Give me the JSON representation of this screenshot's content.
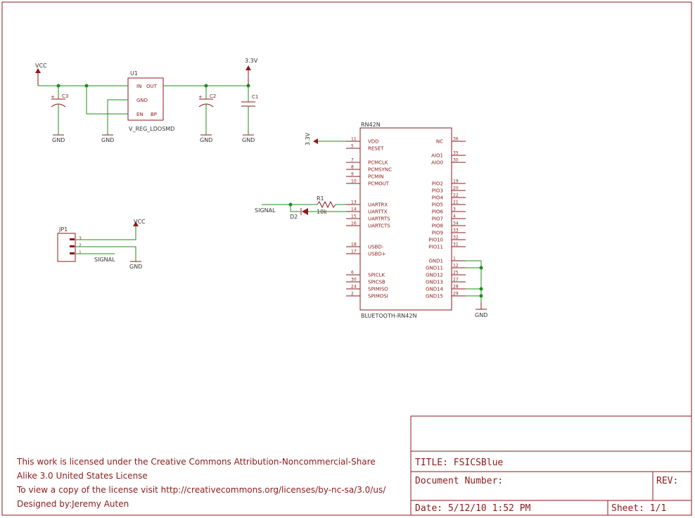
{
  "power": {
    "vcc": "VCC",
    "v33": "3.3V",
    "gnd": "GND"
  },
  "regulator": {
    "refdes": "U1",
    "value": "V_REG_LDOSMD",
    "pins": {
      "in": "IN",
      "out": "OUT",
      "gnd": "GND",
      "en": "EN",
      "bp": "BP"
    }
  },
  "capacitors": {
    "c1": "C1",
    "c2": "C2",
    "c3": "C3"
  },
  "connector": {
    "refdes": "JP1",
    "pins": [
      "3",
      "2",
      "1"
    ],
    "signal_label": "SIGNAL"
  },
  "resistor": {
    "refdes": "R1",
    "value": "10k"
  },
  "diode": {
    "refdes": "D2"
  },
  "signal_net": "SIGNAL",
  "module": {
    "refdes": "RN42N",
    "value": "BLUETOOTH-RN42N",
    "left_pins": [
      {
        "num": "11",
        "name": "VDD"
      },
      {
        "num": "5",
        "name": "RESET"
      },
      {
        "num": "7",
        "name": "PCMCLK"
      },
      {
        "num": "8",
        "name": "PCMSYNC"
      },
      {
        "num": "9",
        "name": "PCMIN"
      },
      {
        "num": "10",
        "name": "PCMOUT"
      },
      {
        "num": "13",
        "name": "UARTRX"
      },
      {
        "num": "14",
        "name": "UARTTX"
      },
      {
        "num": "15",
        "name": "UARTRTS"
      },
      {
        "num": "16",
        "name": "UARTCTS"
      },
      {
        "num": "18",
        "name": "USBD-"
      },
      {
        "num": "17",
        "name": "USBD+"
      },
      {
        "num": "6",
        "name": "SPICLK"
      },
      {
        "num": "30",
        "name": "SPICSB"
      },
      {
        "num": "24",
        "name": "SPIMISO"
      },
      {
        "num": "2",
        "name": "SPIMOSI"
      }
    ],
    "right_pins": [
      {
        "num": "36",
        "name": "NC"
      },
      {
        "num": "35",
        "name": "AIO1"
      },
      {
        "num": "30",
        "name": "AIO0"
      },
      {
        "num": "19",
        "name": "PIO2"
      },
      {
        "num": "20",
        "name": "PIO3"
      },
      {
        "num": "22",
        "name": "PIO4"
      },
      {
        "num": "21",
        "name": "PIO5"
      },
      {
        "num": "3",
        "name": "PIO6"
      },
      {
        "num": "4",
        "name": "PIO7"
      },
      {
        "num": "34",
        "name": "PIO8"
      },
      {
        "num": "33",
        "name": "PIO9"
      },
      {
        "num": "32",
        "name": "PIO10"
      },
      {
        "num": "31",
        "name": "PIO11"
      },
      {
        "num": "1",
        "name": "GND1"
      },
      {
        "num": "12",
        "name": "GND11"
      },
      {
        "num": "25",
        "name": "GND12"
      },
      {
        "num": "27",
        "name": "GND13"
      },
      {
        "num": "28",
        "name": "GND14"
      },
      {
        "num": "29",
        "name": "GND15"
      }
    ]
  },
  "license": {
    "line1": "This work is licensed under the Creative Commons Attribution-Noncommercial-Share",
    "line2": "Alike 3.0 United States License",
    "line3": "To view a copy of the license visit http://creativecommons.org/licenses/by-nc-sa/3.0/us/",
    "line4": "Designed by:Jeremy Auten"
  },
  "title_block": {
    "title": "TITLE: FSICSBlue",
    "doc_number": "Document Number:",
    "rev": "REV:",
    "date": "Date: 5/12/10 1:52 PM",
    "sheet": "Sheet: 1/1"
  }
}
